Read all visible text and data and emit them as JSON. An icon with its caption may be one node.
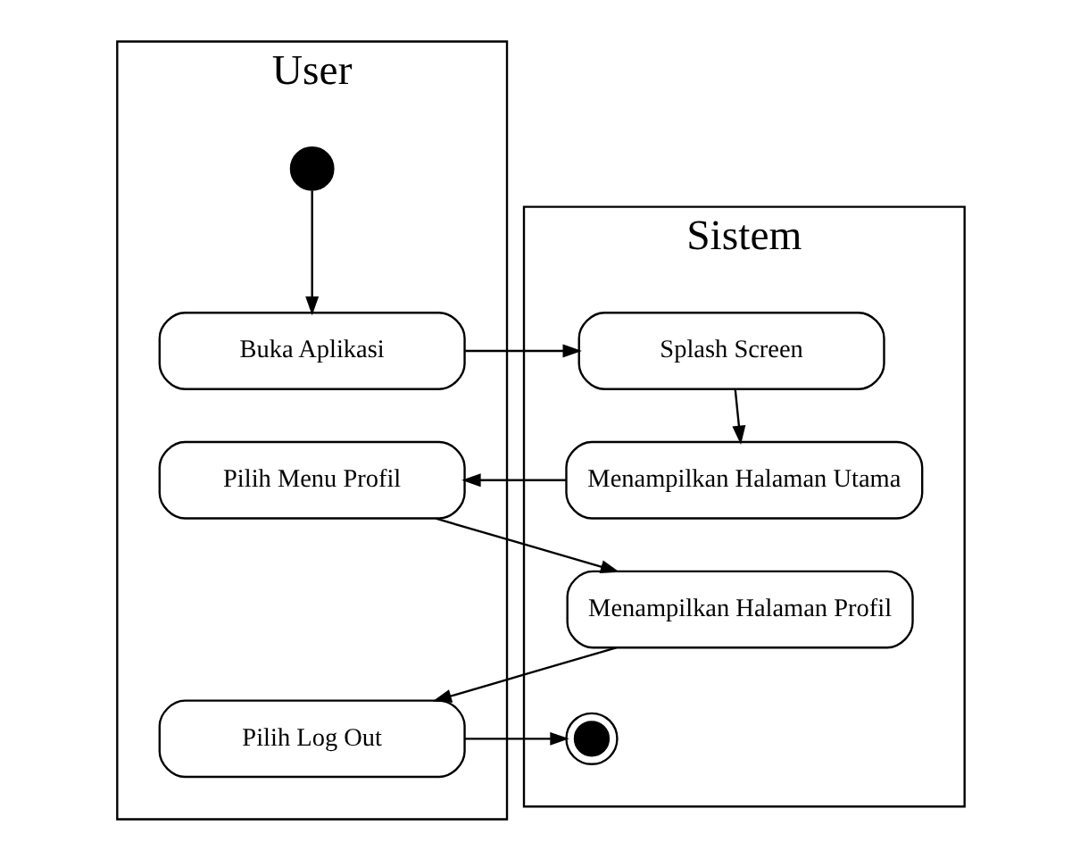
{
  "diagram": {
    "nodes": [
      {
        "text": [
          "User"
        ]
      },
      {
        "text": [
          "Sistem"
        ]
      },
      {
        "text": [],
        "shape": "circle",
        "in": 0
      },
      {
        "text": [
          "Buka Aplikasi"
        ],
        "in": 0
      },
      {
        "text": [
          "Splash Screen"
        ],
        "in": 1
      },
      {
        "text": [
          "Menampilkan Halaman Utama"
        ],
        "in": 1
      },
      {
        "text": [
          "Pilih Menu Profil"
        ],
        "in": 0
      },
      {
        "text": [
          "Menampilkan Halaman Profil"
        ],
        "in": 1
      },
      {
        "text": [
          "Pilih Log Out"
        ],
        "in": 0
      },
      {
        "text": [],
        "shape": "bullseye",
        "in": 1
      }
    ],
    "edges": [
      {
        "from": 2,
        "to": 3,
        "arrow": "to"
      },
      {
        "from": 3,
        "to": 4,
        "arrow": "to"
      },
      {
        "from": 4,
        "to": 5,
        "arrow": "to"
      },
      {
        "from": 5,
        "to": 6,
        "arrow": "to"
      },
      {
        "from": 6,
        "to": 7,
        "arrow": "to"
      },
      {
        "from": 7,
        "to": 8,
        "arrow": "to"
      },
      {
        "from": 8,
        "to": 9,
        "arrow": "to"
      }
    ]
  }
}
